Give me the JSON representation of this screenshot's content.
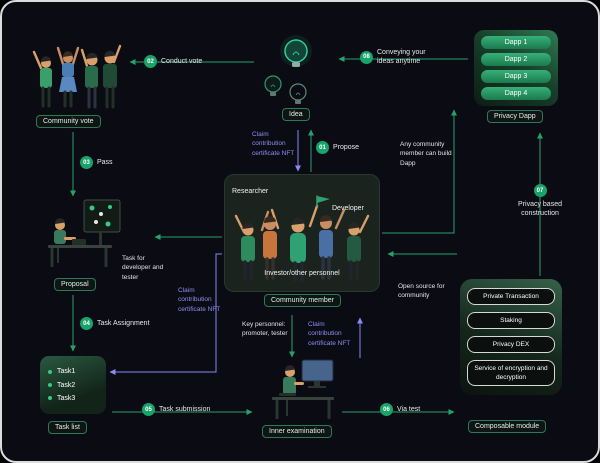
{
  "palette": {
    "background": "#0b0b13",
    "accent_green": "#1fa86f",
    "line_green": "#27a06c",
    "purple": "#8a8af3",
    "badge_border": "#2e7a58"
  },
  "nodes": {
    "community_vote": {
      "label": "Community vote"
    },
    "idea": {
      "label": "Idea"
    },
    "privacy_dapp": {
      "label": "Privacy Dapp",
      "buttons": [
        "Dapp 1",
        "Dapp 2",
        "Dapp 3",
        "Dapp 4"
      ]
    },
    "community_member": {
      "label": "Community member",
      "role_researcher": "Researcher",
      "role_developer": "Developer",
      "role_investor": "Investor/other personnel"
    },
    "proposal": {
      "label": "Proposal"
    },
    "task_list": {
      "label": "Task list",
      "tasks": [
        "Task1",
        "Task2",
        "Task3"
      ]
    },
    "inner_examination": {
      "label": "Inner examination"
    },
    "composable_module": {
      "label": "Composable module",
      "buttons": [
        "Private Transaction",
        "Staking",
        "Privacy DEX",
        "Service of encryption and decryption"
      ]
    }
  },
  "steps": {
    "propose": {
      "num": "01",
      "label": "Propose"
    },
    "conduct_vote": {
      "num": "02",
      "label": "Conduct vote"
    },
    "pass": {
      "num": "03",
      "label": "Pass"
    },
    "task_assignment": {
      "num": "04",
      "label": "Task Assignment"
    },
    "task_submission": {
      "num": "05",
      "label": "Task submission"
    },
    "via_test": {
      "num": "06",
      "label": "Via test"
    },
    "privacy_construction": {
      "num": "07",
      "label": "Privacy based construction"
    },
    "conveying": {
      "num": "08",
      "label": "Conveying your ideas anytime"
    }
  },
  "annotations": {
    "claim_nft_idea": "Claim contribution certificate NFT",
    "claim_nft_task": "Claim contribution certificate NFT",
    "claim_nft_exam": "Claim contribution certificate NFT",
    "any_member": "Any community member can build Dapp",
    "open_source": "Open source for community",
    "task_for_dev": "Task for developer and tester",
    "key_personnel": "Key personnel: promoter, tester"
  }
}
